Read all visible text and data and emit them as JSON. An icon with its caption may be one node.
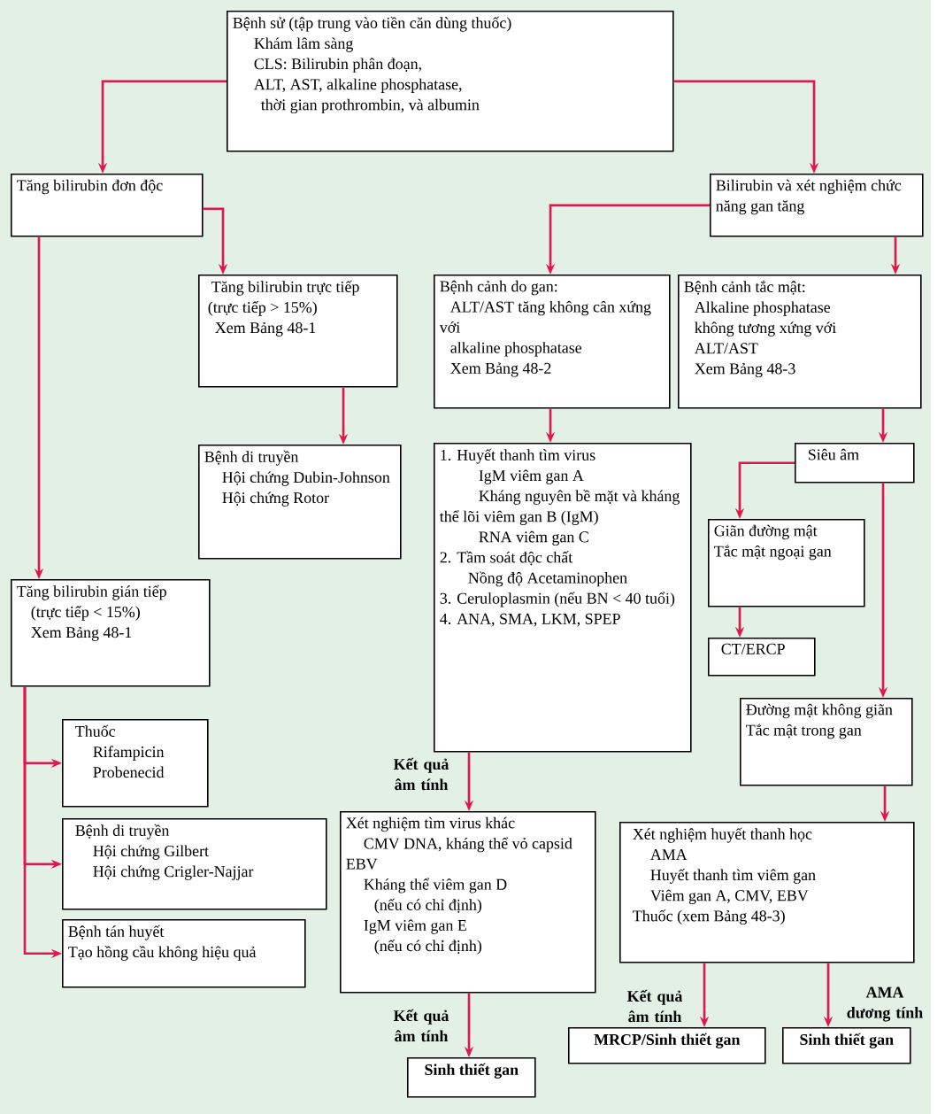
{
  "diagram": {
    "nodes": [
      {
        "text": [
          "Bệnh sử (tập trung vào tiền căn dùng thuốc)",
          "Khám lâm sàng",
          "CLS: Bilirubin phân đoạn,",
          "ALT, AST, alkaline phosphatase,",
          "thời gian prothrombin, và albumin"
        ]
      },
      {
        "text": [
          "Tăng bilirubin đơn độc"
        ]
      },
      {
        "text": [
          "Bilirubin và xét nghiệm chức năng gan tăng"
        ]
      },
      {
        "text": [
          "Tăng bilirubin trực tiếp",
          "(trực tiếp > 15%)",
          "Xem Bảng 48-1"
        ]
      },
      {
        "text": [
          "Bệnh di truyền",
          "Hội chứng Dubin-Johnson",
          "Hội chứng Rotor"
        ]
      },
      {
        "text": [
          "Bệnh cảnh do gan:",
          "ALT/AST tăng không cân xứng với",
          "alkaline phosphatase",
          "Xem Bảng 48-2"
        ]
      },
      {
        "text": [
          "Bệnh cảnh tắc mật:",
          "Alkaline phosphatase",
          "không tương xứng với",
          "ALT/AST",
          "Xem Bảng 48-3"
        ]
      },
      {
        "text": [
          "1. Huyết thanh tìm virus",
          "IgM viêm gan A",
          "Kháng nguyên bề mặt và kháng thể lõi viêm gan B (IgM)",
          "RNA viêm gan C",
          "2. Tầm soát độc chất",
          "Nồng độ Acetaminophen",
          "3. Ceruloplasmin (nếu BN < 40 tuổi)",
          "4. ANA, SMA, LKM, SPEP"
        ]
      },
      {
        "text": [
          "Siêu âm"
        ]
      },
      {
        "text": [
          "Giãn đường mật",
          "Tắc mật ngoại gan"
        ]
      },
      {
        "text": [
          "CT/ERCP"
        ]
      },
      {
        "text": [
          "Tăng bilirubin gián tiếp",
          "(trực tiếp < 15%)",
          "Xem Bảng 48-1"
        ]
      },
      {
        "text": [
          "Thuốc",
          "Rifampicin",
          "Probenecid"
        ]
      },
      {
        "text": [
          "Bệnh di truyền",
          "Hội chứng Gilbert",
          "Hội chứng Crigler-Najjar"
        ]
      },
      {
        "text": [
          "Bệnh tán huyết",
          "Tạo hồng cầu không hiệu quả"
        ]
      },
      {
        "text": [
          "Đường mật không giãn",
          "Tắc mật trong gan"
        ]
      },
      {
        "text": [
          "Xét nghiệm tìm virus khác",
          "CMV DNA, kháng thể vỏ capsid EBV",
          "Kháng thể viêm gan D",
          "(nếu có chỉ định)",
          "IgM viêm gan E",
          "(nếu có chỉ định)"
        ]
      },
      {
        "text": [
          "Xét nghiệm huyết thanh học",
          "AMA",
          "Huyết thanh tìm viêm gan",
          "Viêm gan A, CMV, EBV",
          "Thuốc (xem Bảng 48-3)"
        ]
      },
      {
        "text": [
          "Sinh thiết gan"
        ]
      },
      {
        "text": [
          "MRCP/Sinh thiết gan"
        ]
      },
      {
        "text": [
          "Sinh thiết gan"
        ]
      }
    ],
    "edges": [
      {
        "from": 0,
        "to": 1,
        "arrow": "to"
      },
      {
        "from": 0,
        "to": 2,
        "arrow": "to"
      },
      {
        "from": 1,
        "to": 3,
        "arrow": "to"
      },
      {
        "from": 1,
        "to": 11,
        "arrow": "to"
      },
      {
        "from": 2,
        "to": 5,
        "arrow": "to"
      },
      {
        "from": 2,
        "to": 6,
        "arrow": "to"
      },
      {
        "from": 3,
        "to": 4,
        "arrow": "to"
      },
      {
        "from": 5,
        "to": 7,
        "arrow": "to"
      },
      {
        "from": 6,
        "to": 8,
        "arrow": "to"
      },
      {
        "from": 8,
        "to": 9,
        "arrow": "to"
      },
      {
        "from": 8,
        "to": 15,
        "arrow": "to"
      },
      {
        "from": 9,
        "to": 10,
        "arrow": "to"
      },
      {
        "from": 11,
        "to": 12,
        "arrow": "to"
      },
      {
        "from": 11,
        "to": 13,
        "arrow": "to"
      },
      {
        "from": 11,
        "to": 14,
        "arrow": "to"
      },
      {
        "from": 7,
        "to": 16,
        "arrow": "to",
        "label": "Kết quả âm tính"
      },
      {
        "from": 16,
        "to": 18,
        "arrow": "to",
        "label": "Kết quả âm tính"
      },
      {
        "from": 15,
        "to": 17,
        "arrow": "to"
      },
      {
        "from": 17,
        "to": 19,
        "arrow": "to",
        "label": "Kết quả âm tính"
      },
      {
        "from": 17,
        "to": 20,
        "arrow": "to",
        "label": "AMA dương tính"
      }
    ]
  }
}
